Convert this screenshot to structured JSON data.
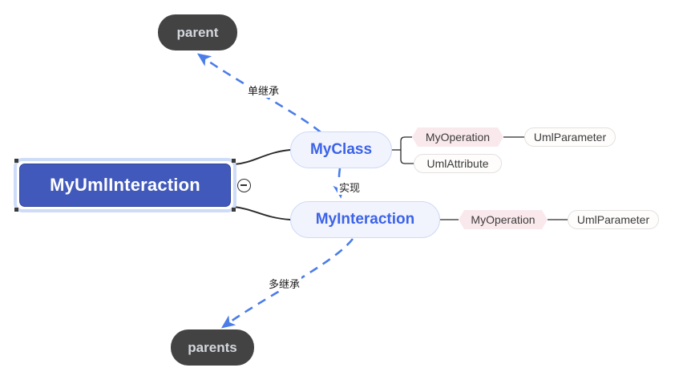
{
  "diagram": {
    "type": "uml-mindmap",
    "background_color": "#ffffff",
    "root": {
      "label": "MyUmlInteraction",
      "fill": "#4159ba",
      "text_color": "#ffffff",
      "selected": true
    },
    "toggle": {
      "name": "collapse-toggle",
      "state": "expanded",
      "glyph": "minus-circle-icon"
    },
    "classes": [
      {
        "label": "MyClass",
        "fill": "#f2f4fd",
        "text_color": "#3c63e8"
      },
      {
        "label": "MyInteraction",
        "fill": "#f2f4fd",
        "text_color": "#3c63e8"
      }
    ],
    "members": {
      "myclass": [
        {
          "label": "MyOperation",
          "kind": "operation",
          "fill": "#fae9ec"
        },
        {
          "label": "UmlAttribute",
          "kind": "attribute",
          "fill": "#fefdfc"
        }
      ],
      "myclass_operation_children": [
        {
          "label": "UmlParameter",
          "kind": "parameter",
          "fill": "#fefdfc"
        }
      ],
      "myinteraction": [
        {
          "label": "MyOperation",
          "kind": "operation",
          "fill": "#fae9ec"
        }
      ],
      "myinteraction_operation_children": [
        {
          "label": "UmlParameter",
          "kind": "parameter",
          "fill": "#fefdfc"
        }
      ]
    },
    "inheritance": [
      {
        "label": "parent",
        "fill": "#434343",
        "text_color": "#d4d7dd"
      },
      {
        "label": "parents",
        "fill": "#434343",
        "text_color": "#d4d7dd"
      }
    ],
    "relations": [
      {
        "label": "单继承",
        "style": "dashed",
        "color": "#4a7de8",
        "from": "MyClass",
        "to": "parent"
      },
      {
        "label": "实现",
        "style": "dashed",
        "color": "#4a7de8",
        "from": "MyClass",
        "to": "MyInteraction"
      },
      {
        "label": "多继承",
        "style": "dashed",
        "color": "#4a7de8",
        "from": "MyInteraction",
        "to": "parents"
      }
    ]
  }
}
